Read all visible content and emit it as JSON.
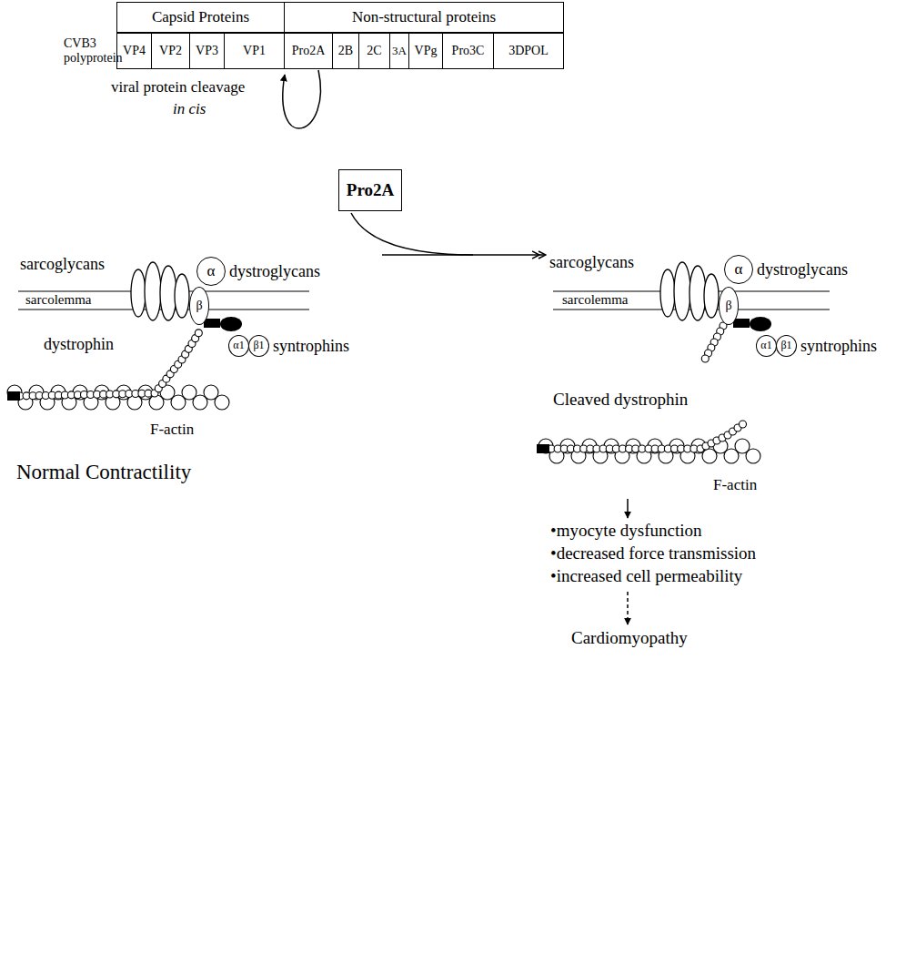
{
  "diagram": {
    "nodes": [
      {
        "text": [
          "Capsid Proteins"
        ]
      },
      {
        "text": [
          "Non-structural proteins"
        ]
      },
      {
        "text": [
          "VP4"
        ]
      },
      {
        "text": [
          "VP2"
        ]
      },
      {
        "text": [
          "VP3"
        ]
      },
      {
        "text": [
          "VP1"
        ]
      },
      {
        "text": [
          "Pro2A"
        ]
      },
      {
        "text": [
          "2B"
        ]
      },
      {
        "text": [
          "2C"
        ]
      },
      {
        "text": [
          "3A"
        ]
      },
      {
        "text": [
          "VPg"
        ]
      },
      {
        "text": [
          "Pro3C"
        ]
      },
      {
        "text": [
          "3DPOL"
        ]
      },
      {
        "text": [
          "Pro2A"
        ]
      },
      {
        "text": [
          "α"
        ]
      },
      {
        "text": [
          "β"
        ]
      },
      {
        "text": [
          "α1"
        ]
      },
      {
        "text": [
          "β1"
        ]
      },
      {
        "text": [
          "α"
        ]
      },
      {
        "text": [
          "β"
        ]
      },
      {
        "text": [
          "α1"
        ]
      },
      {
        "text": [
          "β1"
        ]
      }
    ],
    "labels": [
      "CVB3 polyprotein",
      "viral protein cleavage",
      "in cis",
      "sarcoglycans",
      "dystroglycans",
      "sarcolemma",
      "dystrophin",
      "syntrophins",
      "F-actin",
      "Normal Contractility",
      "sarcoglycans",
      "dystroglycans",
      "sarcolemma",
      "syntrophins",
      "Cleaved dystrophin",
      "F-actin",
      "•myocyte dysfunction",
      "•decreased force transmission",
      "•increased cell permeability",
      "Cardiomyopathy"
    ]
  }
}
